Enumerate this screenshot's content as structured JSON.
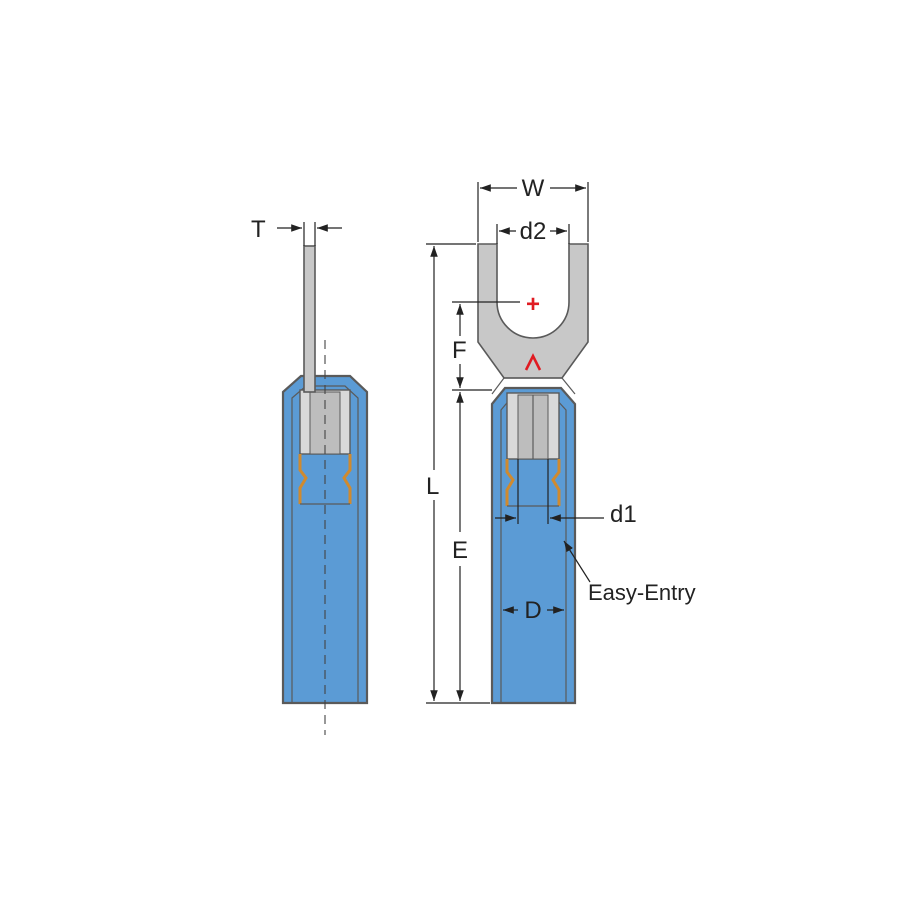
{
  "labels": {
    "T": "T",
    "W": "W",
    "d2": "d2",
    "F": "F",
    "L": "L",
    "E": "E",
    "d1": "d1",
    "D": "D",
    "easy_entry": "Easy-Entry"
  },
  "symbols": {
    "plus": "+",
    "caret": "^"
  },
  "colors": {
    "insulation": "#5b9bd5",
    "insulation_light": "#a7c6e6",
    "metal": "#c8c8c8",
    "copper": "#d08a2e",
    "marker_red": "#e01b22",
    "line": "#222222"
  }
}
